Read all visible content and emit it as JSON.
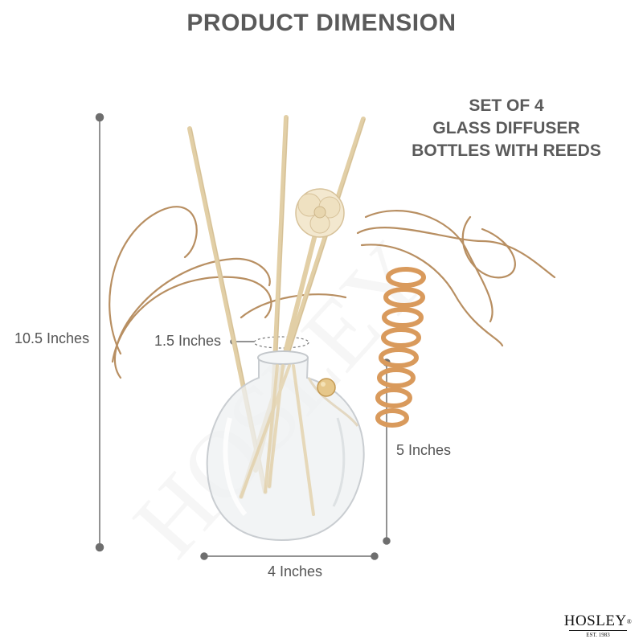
{
  "title": "PRODUCT DIMENSION",
  "product": {
    "set_line1": "SET OF 4",
    "set_line2": "GLASS DIFFUSER",
    "set_line3": "BOTTLES WITH REEDS"
  },
  "dimensions": {
    "height": "10.5 Inches",
    "neck": "1.5 Inches",
    "bottle_height": "5 Inches",
    "width": "4 Inches"
  },
  "brand": {
    "name": "HOSLEY",
    "mark": "®",
    "est": "EST. 1983"
  },
  "colors": {
    "heading": "#5a5a5a",
    "dimension_line": "#6e6e6e",
    "reed": "#e2cfa6",
    "coil": "#d99a5c",
    "glass": "#dfe3e6"
  }
}
